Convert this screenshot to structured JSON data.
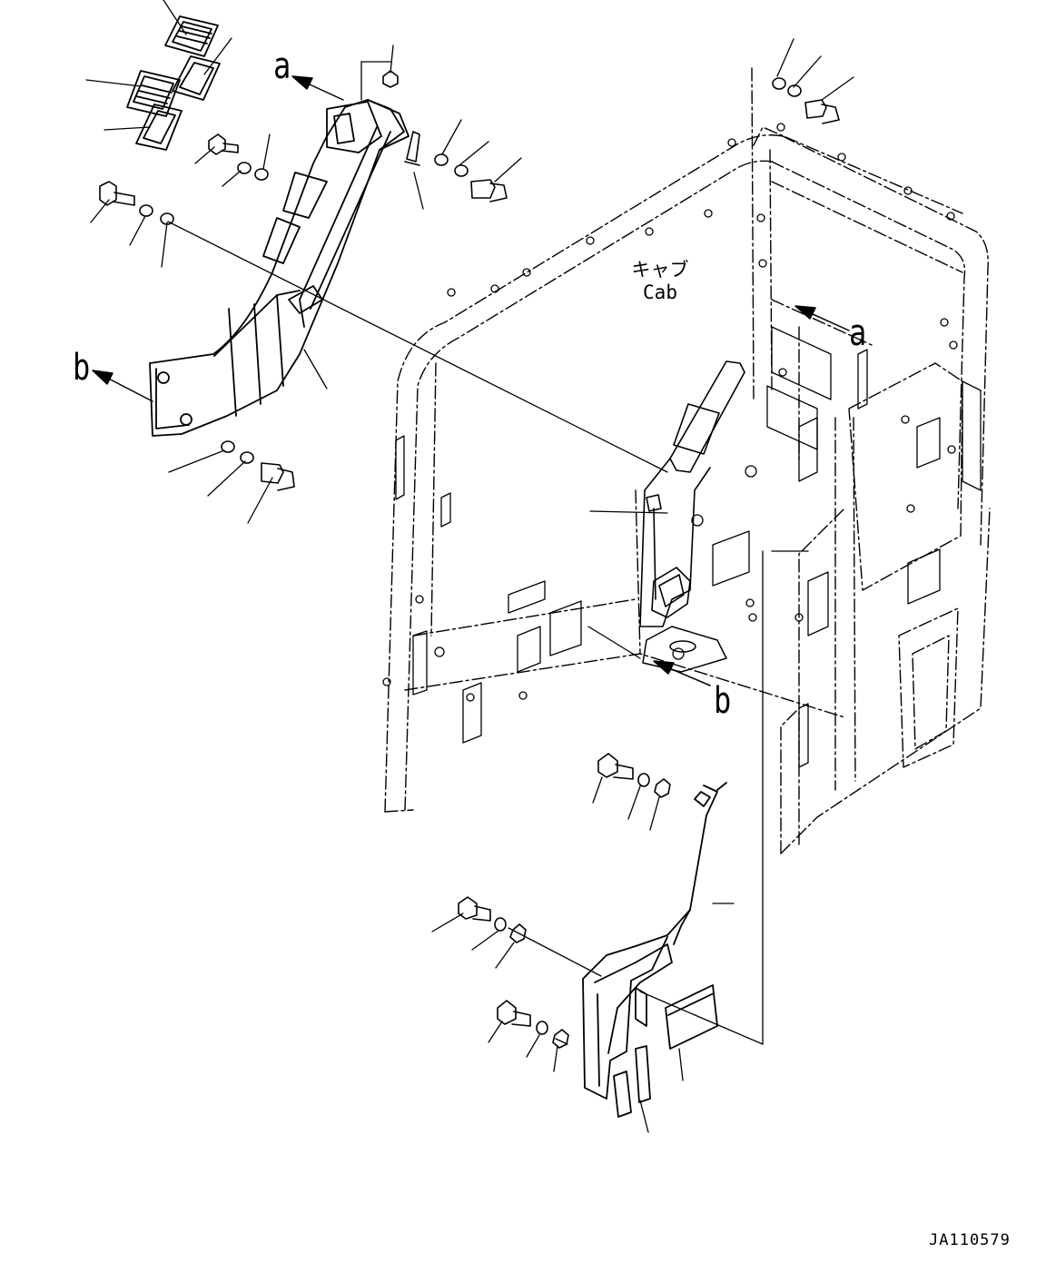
{
  "labels": {
    "a_top": "a",
    "a_right": "a",
    "b_left": "b",
    "b_bottom": "b",
    "cab_jp": "キャブ",
    "cab_en": "Cab",
    "drawing_code": "JA110579"
  },
  "colors": {
    "line": "#000000",
    "background": "#ffffff"
  }
}
